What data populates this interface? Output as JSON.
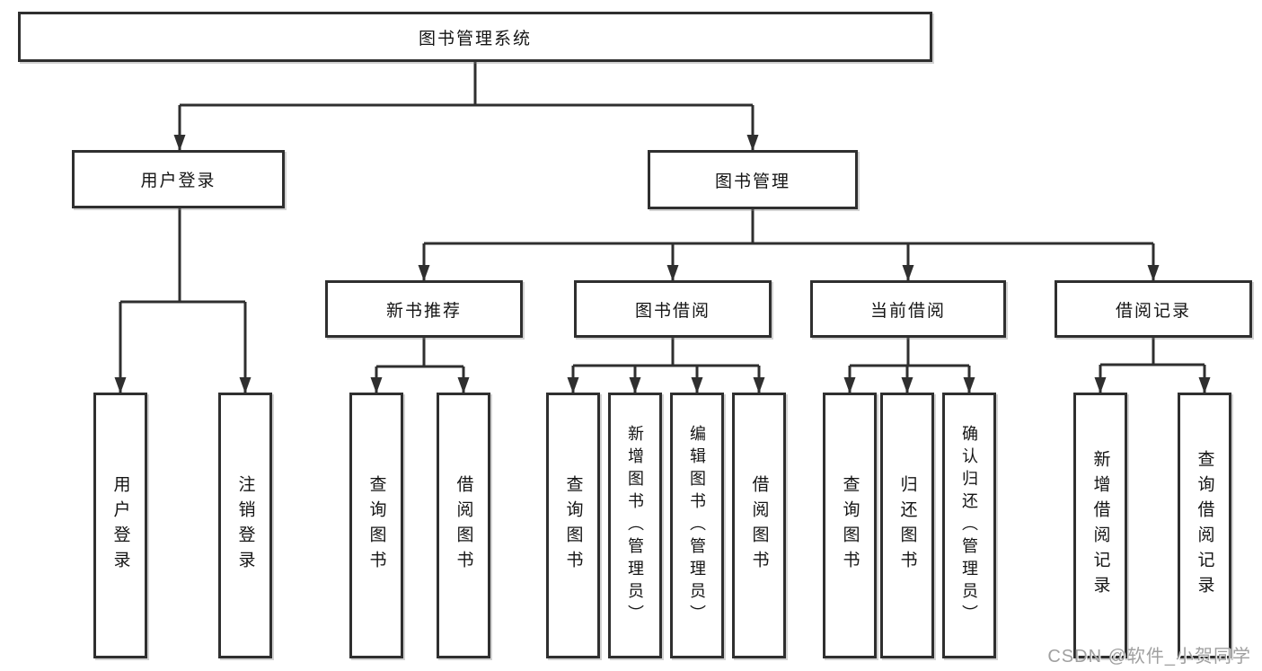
{
  "tree": {
    "root": {
      "label": "图书管理系统"
    },
    "branches": [
      {
        "label": "用户登录",
        "children": [
          {
            "label": "用户登录"
          },
          {
            "label": "注销登录"
          }
        ]
      },
      {
        "label": "图书管理",
        "children": [
          {
            "label": "新书推荐",
            "children": [
              {
                "label": "查询图书"
              },
              {
                "label": "借阅图书"
              }
            ]
          },
          {
            "label": "图书借阅",
            "children": [
              {
                "label": "查询图书"
              },
              {
                "label": "新增图书（管理员）"
              },
              {
                "label": "编辑图书（管理员）"
              },
              {
                "label": "借阅图书"
              }
            ]
          },
          {
            "label": "当前借阅",
            "children": [
              {
                "label": "查询图书"
              },
              {
                "label": "归还图书"
              },
              {
                "label": "确认归还（管理员）"
              }
            ]
          },
          {
            "label": "借阅记录",
            "children": [
              {
                "label": "新增借阅记录"
              },
              {
                "label": "查询借阅记录"
              }
            ]
          }
        ]
      }
    ]
  },
  "watermark": {
    "text": "CSDN @软件_小贺同学"
  },
  "colors": {
    "line": "#2f2f2f",
    "text": "#141414",
    "box_background": "#ffffff",
    "watermark": "#a0a0a0"
  }
}
